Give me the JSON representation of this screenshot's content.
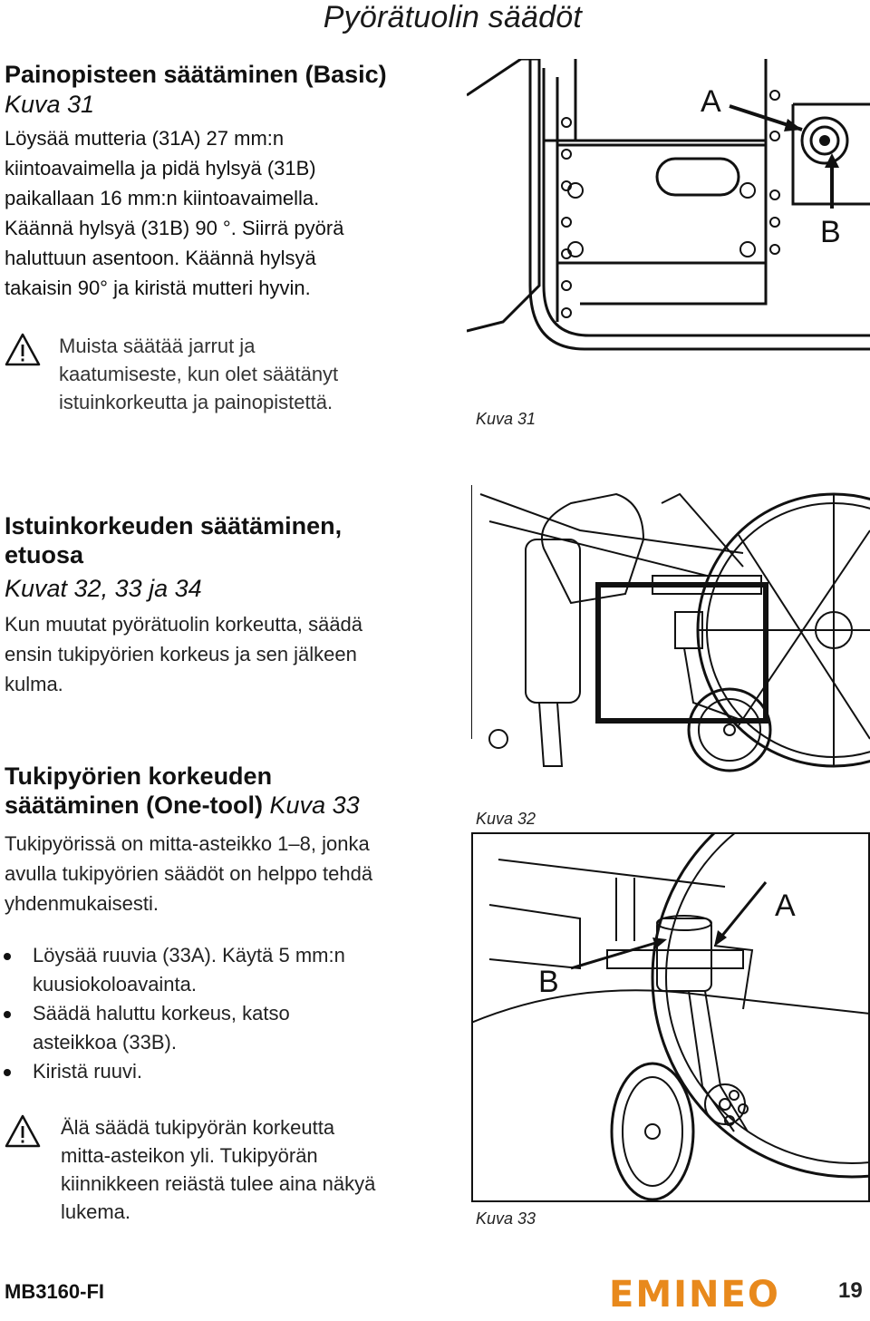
{
  "header": {
    "title": "Pyörätuolin säädöt"
  },
  "section1": {
    "heading": "Painopisteen säätäminen (Basic)",
    "figure_ref": "Kuva 31",
    "lines": [
      "Löysää mutteria (31A) 27 mm:n",
      "kiintoavaimella ja pidä hylsyä (31B)",
      "paikallaan 16 mm:n kiintoavaimella.",
      "Käännä hylsyä (31B) 90 °. Siirrä pyörä",
      "haluttuun asentoon. Käännä hylsyä",
      "takaisin 90° ja kiristä mutteri hyvin."
    ],
    "warning_lines": [
      "Muista säätää jarrut ja",
      "kaatumiseste, kun olet säätänyt",
      "istuinkorkeutta ja painopistettä."
    ]
  },
  "figure31": {
    "label_a": "A",
    "label_b": "B",
    "caption": "Kuva 31"
  },
  "section2": {
    "heading_line1": "Istuinkorkeuden säätäminen,",
    "heading_line2": "etuosa",
    "figure_ref": "Kuvat 32, 33 ja 34",
    "lines": [
      "Kun muutat pyörätuolin korkeutta, säädä",
      "ensin tukipyörien korkeus ja sen jälkeen",
      "kulma."
    ]
  },
  "figure32": {
    "caption": "Kuva 32"
  },
  "section3": {
    "heading_line1": "Tukipyörien korkeuden",
    "heading_line2": "säätäminen (One-tool)",
    "figure_ref": "Kuva 33",
    "lines": [
      "Tukipyörissä on mitta-asteikko 1–8, jonka",
      "avulla tukipyörien säädöt on helppo tehdä",
      "yhdenmukaisesti."
    ],
    "bullets": [
      [
        "Löysää ruuvia (33A). Käytä 5 mm:n",
        "kuusiokoloavainta."
      ],
      [
        "Säädä haluttu korkeus, katso",
        "asteikkoa (33B)."
      ],
      [
        "Kiristä ruuvi."
      ]
    ],
    "warning_lines": [
      "Älä säädä tukipyörän korkeutta",
      "mitta-asteikon yli. Tukipyörän",
      "kiinnikkeen reiästä tulee aina näkyä",
      "lukema."
    ]
  },
  "figure33": {
    "label_a": "A",
    "label_b": "B",
    "caption": "Kuva 33"
  },
  "footer": {
    "doc_code": "MB3160-FI",
    "brand": "EMINEO",
    "page_number": "19"
  },
  "colors": {
    "brand_orange": "#e8891c",
    "text": "#111111"
  },
  "icons": {
    "warning": "warning-triangle-icon"
  }
}
